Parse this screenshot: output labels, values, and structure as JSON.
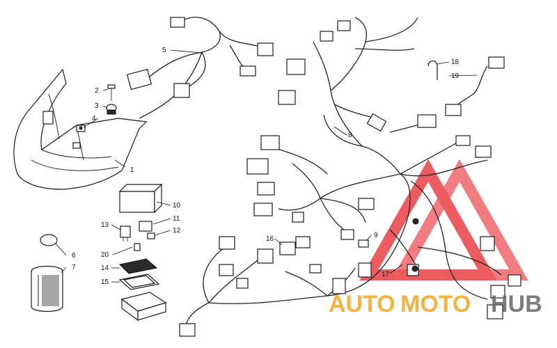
{
  "labels": {
    "l1": "1",
    "l2": "2",
    "l3": "3",
    "l4": "4",
    "l5": "5",
    "l6": "6",
    "l7": "7",
    "l8": "8",
    "l9": "9",
    "l10": "10",
    "l11": "11",
    "l12": "12",
    "l13": "13",
    "l14": "14",
    "l15": "15",
    "l16": "16",
    "l17": "17",
    "l18": "18",
    "l19": "19",
    "l20": "20"
  },
  "watermark": {
    "part1": "AUTO",
    "part2": "MOTO",
    "part3": "HUB",
    "color_orange": "#f5a623",
    "color_red": "#e8262b",
    "color_grey": "#666666"
  }
}
